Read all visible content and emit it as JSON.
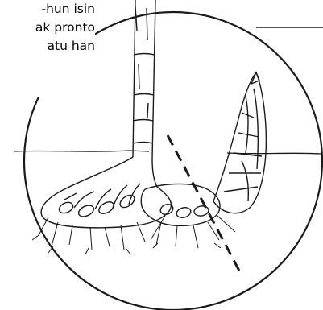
{
  "caption": {
    "lines": [
      "-hun isin",
      "ak pronto",
      "atu han"
    ]
  },
  "colors": {
    "line": "#1a1a1a",
    "background": "#ffffff"
  }
}
